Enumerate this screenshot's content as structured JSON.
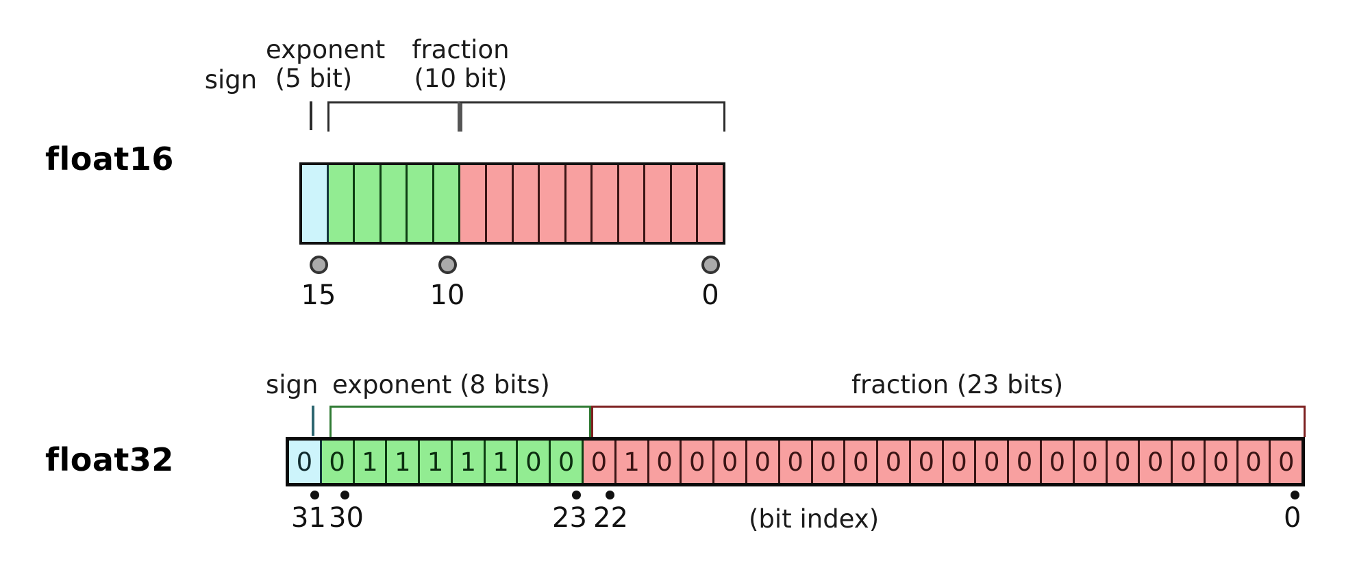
{
  "diagram": {
    "title_float16": "float16",
    "title_float32": "float32",
    "colors": {
      "sign": "#cdf4fb",
      "exponent": "#92ec92",
      "fraction": "#f8a0a0",
      "sign_bracket": "#2d6670",
      "exponent_bracket": "#2f7a33",
      "fraction_bracket": "#7d2020",
      "marker_circle": "#aaaaaa",
      "outline": "#111111"
    }
  },
  "float16": {
    "label": "float16",
    "groups": {
      "sign": "sign",
      "exponent_line1": "exponent",
      "exponent_line2": "(5 bit)",
      "fraction_line1": "fraction",
      "fraction_line2": "(10 bit)"
    },
    "bits": [
      {
        "type": "sign"
      },
      {
        "type": "exp"
      },
      {
        "type": "exp"
      },
      {
        "type": "exp"
      },
      {
        "type": "exp"
      },
      {
        "type": "exp"
      },
      {
        "type": "frac"
      },
      {
        "type": "frac"
      },
      {
        "type": "frac"
      },
      {
        "type": "frac"
      },
      {
        "type": "frac"
      },
      {
        "type": "frac"
      },
      {
        "type": "frac"
      },
      {
        "type": "frac"
      },
      {
        "type": "frac"
      },
      {
        "type": "frac"
      }
    ],
    "index_markers": [
      {
        "label": "15"
      },
      {
        "label": "10"
      },
      {
        "label": "0"
      }
    ]
  },
  "float32": {
    "label": "float32",
    "groups": {
      "sign": "sign",
      "exponent": "exponent (8 bits)",
      "fraction": "fraction (23 bits)"
    },
    "bit_index_note": "(bit index)",
    "bits": [
      {
        "type": "sign",
        "value": "0"
      },
      {
        "type": "exp",
        "value": "0"
      },
      {
        "type": "exp",
        "value": "1"
      },
      {
        "type": "exp",
        "value": "1"
      },
      {
        "type": "exp",
        "value": "1"
      },
      {
        "type": "exp",
        "value": "1"
      },
      {
        "type": "exp",
        "value": "1"
      },
      {
        "type": "exp",
        "value": "0"
      },
      {
        "type": "exp",
        "value": "0"
      },
      {
        "type": "frac",
        "value": "0"
      },
      {
        "type": "frac",
        "value": "1"
      },
      {
        "type": "frac",
        "value": "0"
      },
      {
        "type": "frac",
        "value": "0"
      },
      {
        "type": "frac",
        "value": "0"
      },
      {
        "type": "frac",
        "value": "0"
      },
      {
        "type": "frac",
        "value": "0"
      },
      {
        "type": "frac",
        "value": "0"
      },
      {
        "type": "frac",
        "value": "0"
      },
      {
        "type": "frac",
        "value": "0"
      },
      {
        "type": "frac",
        "value": "0"
      },
      {
        "type": "frac",
        "value": "0"
      },
      {
        "type": "frac",
        "value": "0"
      },
      {
        "type": "frac",
        "value": "0"
      },
      {
        "type": "frac",
        "value": "0"
      },
      {
        "type": "frac",
        "value": "0"
      },
      {
        "type": "frac",
        "value": "0"
      },
      {
        "type": "frac",
        "value": "0"
      },
      {
        "type": "frac",
        "value": "0"
      },
      {
        "type": "frac",
        "value": "0"
      },
      {
        "type": "frac",
        "value": "0"
      },
      {
        "type": "frac",
        "value": "0"
      }
    ],
    "index_markers": [
      {
        "label": "31"
      },
      {
        "label": "30"
      },
      {
        "label": "23"
      },
      {
        "label": "22"
      },
      {
        "label": "0"
      }
    ]
  }
}
